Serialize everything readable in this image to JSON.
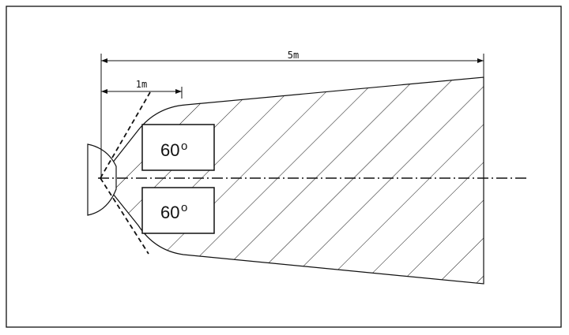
{
  "dimensions": {
    "total_length": "5m",
    "near_length": "1m"
  },
  "angle_labels": {
    "upper": {
      "value": "60",
      "unit": "o"
    },
    "lower": {
      "value": "60",
      "unit": "o"
    }
  },
  "colors": {
    "line": "#111111",
    "background": "#ffffff"
  }
}
